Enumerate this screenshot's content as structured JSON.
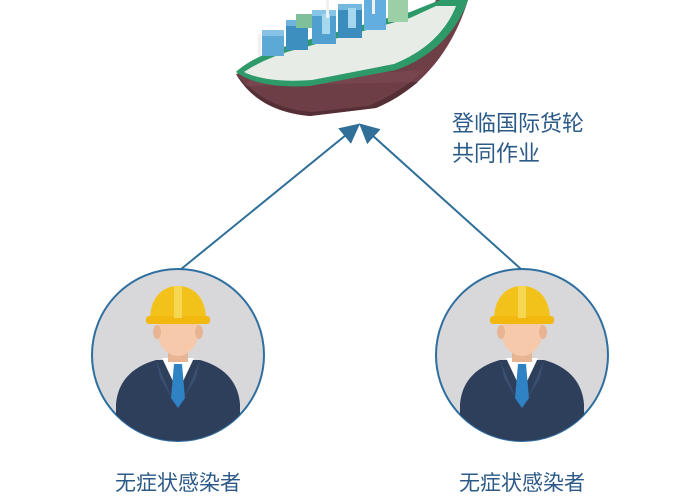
{
  "caption": {
    "line1": "登临国际货轮",
    "line2": "共同作业"
  },
  "people": [
    {
      "label": "无症状感染者"
    },
    {
      "label": "无症状感染者"
    }
  ],
  "colors": {
    "arrow": "#2f6f98",
    "text": "#2c5a88",
    "circle_fill": "#d8d8da",
    "circle_stroke": "#2f6fa0",
    "helmet": "#f3c21a",
    "suit": "#2e3f5c",
    "tie": "#2f82c4",
    "skin": "#f5c9a9",
    "hull": "#6e3f46",
    "deck": "#2e9a6a"
  },
  "icons": {
    "ship": "cargo-ship-icon",
    "worker": "worker-helmet-icon"
  }
}
